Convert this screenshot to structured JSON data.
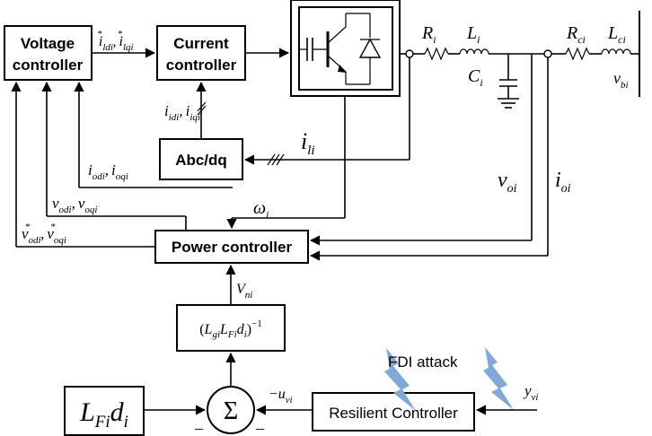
{
  "blocks": {
    "voltage_controller": [
      "Voltage",
      "controller"
    ],
    "current_controller": [
      "Current",
      "controller"
    ],
    "abc_dq": "Abc/dq",
    "power_controller": "Power controller",
    "resilient_controller": "Resilient Controller",
    "sum_symbol": "Σ",
    "inverse_block": {
      "open": "(",
      "L": "L",
      "gi": "gi",
      "L2": "L",
      "Fi": "Fi",
      "d": "d",
      "i": "i",
      "close": ")",
      "exp": "−1"
    },
    "gain_block": {
      "L": "L",
      "Fi": "Fi",
      "d": "d",
      "i": "i"
    }
  },
  "labels": {
    "i_ref": {
      "i1": "i",
      "s1": "ldi",
      "p1": "*",
      "comma": ",",
      "i2": "i",
      "s2": "lqi",
      "p2": "*"
    },
    "i_idq": {
      "i1": "i",
      "s1": "idi",
      "comma": ",",
      "i2": "i",
      "s2": "iqi"
    },
    "i_odq": {
      "i1": "i",
      "s1": "odi",
      "comma": ",",
      "i2": "i",
      "s2": "oqi"
    },
    "v_odq": {
      "v1": "v",
      "s1": "odi",
      "comma": ",",
      "v2": "v",
      "s2": "oqi"
    },
    "v_ref": {
      "v1": "v",
      "s1": "odi",
      "p1": "*",
      "comma": ",",
      "v2": "v",
      "s2": "oqi",
      "p2": "*"
    },
    "i_li": {
      "i": "i",
      "s": "li"
    },
    "omega": {
      "w": "ω",
      "s": "i"
    },
    "v_oi": {
      "v": "v",
      "s": "oi"
    },
    "i_oi": {
      "i": "i",
      "s": "oi"
    },
    "v_ni": {
      "V": "V",
      "s": "ni"
    },
    "u_vi": {
      "minus": "−",
      "u": "u",
      "s": "vi"
    },
    "y_vi": {
      "y": "y",
      "s": "vi"
    },
    "R_i": {
      "R": "R",
      "s": "i"
    },
    "L_i": {
      "L": "L",
      "s": "i"
    },
    "C_i": {
      "C": "C",
      "s": "i"
    },
    "R_ci": {
      "R": "R",
      "s": "ci"
    },
    "L_ci": {
      "L": "L",
      "s": "ci"
    },
    "v_bi": {
      "v": "v",
      "s": "bi"
    },
    "fdi_attack": "FDI attack",
    "minus_left": "–",
    "minus_bottom": "–"
  },
  "colors": {
    "lightning": "#7FA9D8"
  }
}
